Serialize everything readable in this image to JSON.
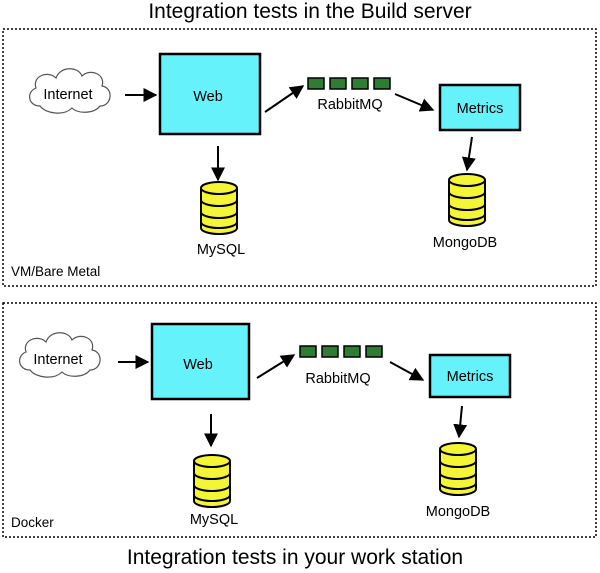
{
  "top_title": "Integration tests in the Build server",
  "bottom_title": "Integration tests in your work station",
  "panels": [
    {
      "env_label": "VM/Bare Metal",
      "internet": "Internet",
      "web": "Web",
      "queue": "RabbitMQ",
      "metrics": "Metrics",
      "db_web": "MySQL",
      "db_metrics": "MongoDB"
    },
    {
      "env_label": "Docker",
      "internet": "Internet",
      "web": "Web",
      "queue": "RabbitMQ",
      "metrics": "Metrics",
      "db_web": "MySQL",
      "db_metrics": "MongoDB"
    }
  ],
  "colors": {
    "box_fill": "#66f2fa",
    "queue_fill": "#2e7d32",
    "db_fill": "#f5f538",
    "cloud_fill": "#ffffff"
  },
  "icons": [
    "cloud-icon",
    "database-icon",
    "queue-icon",
    "arrow-icon"
  ]
}
